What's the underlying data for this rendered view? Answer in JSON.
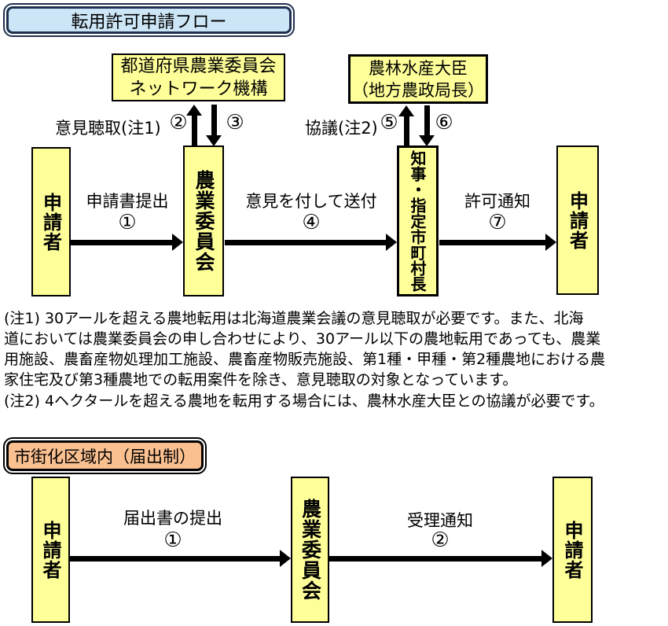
{
  "banners": {
    "top": "転用許可申請フロー",
    "bottom": "市街化区域内（届出制）"
  },
  "colors": {
    "actor_box_fill": "#FFFF99",
    "banner_top_fill": "#CDE6F7",
    "banner_top_border": "#1F3050",
    "banner_bottom_fill": "#FAC090",
    "banner_bottom_border": "#000000",
    "arrow_color": "#000000"
  },
  "permission_flow": {
    "actors": {
      "applicant_left": "申請者",
      "committee": "農業委員会",
      "governor": "知事・指定市町村長",
      "applicant_right": "申請者",
      "network_org": "都道府県農業委員会\nネットワーク機構",
      "minister": "農林水産大臣\n（地方農政局長）"
    },
    "steps": {
      "submit_application": {
        "label": "申請書提出",
        "number": "①"
      },
      "opinion_hearing": {
        "label": "意見聴取(注1)",
        "number": "②"
      },
      "opinion_reply": {
        "number": "③"
      },
      "forward_with_opinion": {
        "label": "意見を付して送付",
        "number": "④"
      },
      "consultation": {
        "label": "協議(注2)",
        "number": "⑤"
      },
      "consultation_reply": {
        "number": "⑥"
      },
      "permission_notice": {
        "label": "許可通知",
        "number": "⑦"
      }
    }
  },
  "notes": {
    "note1": "(注1) 30アールを超える農地転用は北海道農業会議の意見聴取が必要です。また、北海\n道においては農業委員会の申し合わせにより、30アール以下の農地転用であっても、農業\n用施設、農畜産物処理加工施設、農畜産物販売施設、第1種・甲種・第2種農地における農\n家住宅及び第3種農地での転用案件を除き、意見聴取の対象となっています。",
    "note2": "(注2) 4ヘクタールを超える農地を転用する場合には、農林水産大臣との協議が必要です。"
  },
  "notification_flow": {
    "actors": {
      "applicant_left": "申請者",
      "committee": "農業委員会",
      "applicant_right": "申請者"
    },
    "steps": {
      "submit_notification": {
        "label": "届出書の提出",
        "number": "①"
      },
      "acceptance_notice": {
        "label": "受理通知",
        "number": "②"
      }
    }
  }
}
